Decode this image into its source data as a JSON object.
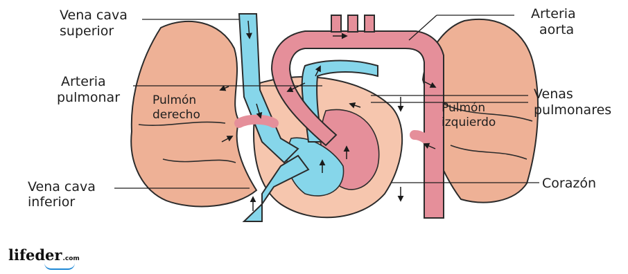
{
  "labels": {
    "vena_cava_superior": [
      "Vena cava",
      "superior"
    ],
    "arteria_pulmonar": [
      "Arteria",
      "pulmonar"
    ],
    "vena_cava_inferior": [
      "Vena cava",
      "inferior"
    ],
    "arteria_aorta": [
      "Arteria",
      "aorta"
    ],
    "venas_pulmonares": [
      "Venas",
      "pulmonares"
    ],
    "corazon": "Corazón",
    "pulmon_derecho": [
      "Pulmón",
      "derecho"
    ],
    "pulmon_izquierdo": [
      "Pulmón",
      "izquierdo"
    ]
  },
  "logo": {
    "brand": "lifeder",
    "suffix": ".com"
  },
  "colors": {
    "lung": "#eeb196",
    "lung_outline": "#2b2b2b",
    "vein_blue": "#86d6ea",
    "artery_pink": "#e58f9a",
    "heart_wall": "#f6c6ae",
    "logo_swoosh": "#1e88d6"
  }
}
